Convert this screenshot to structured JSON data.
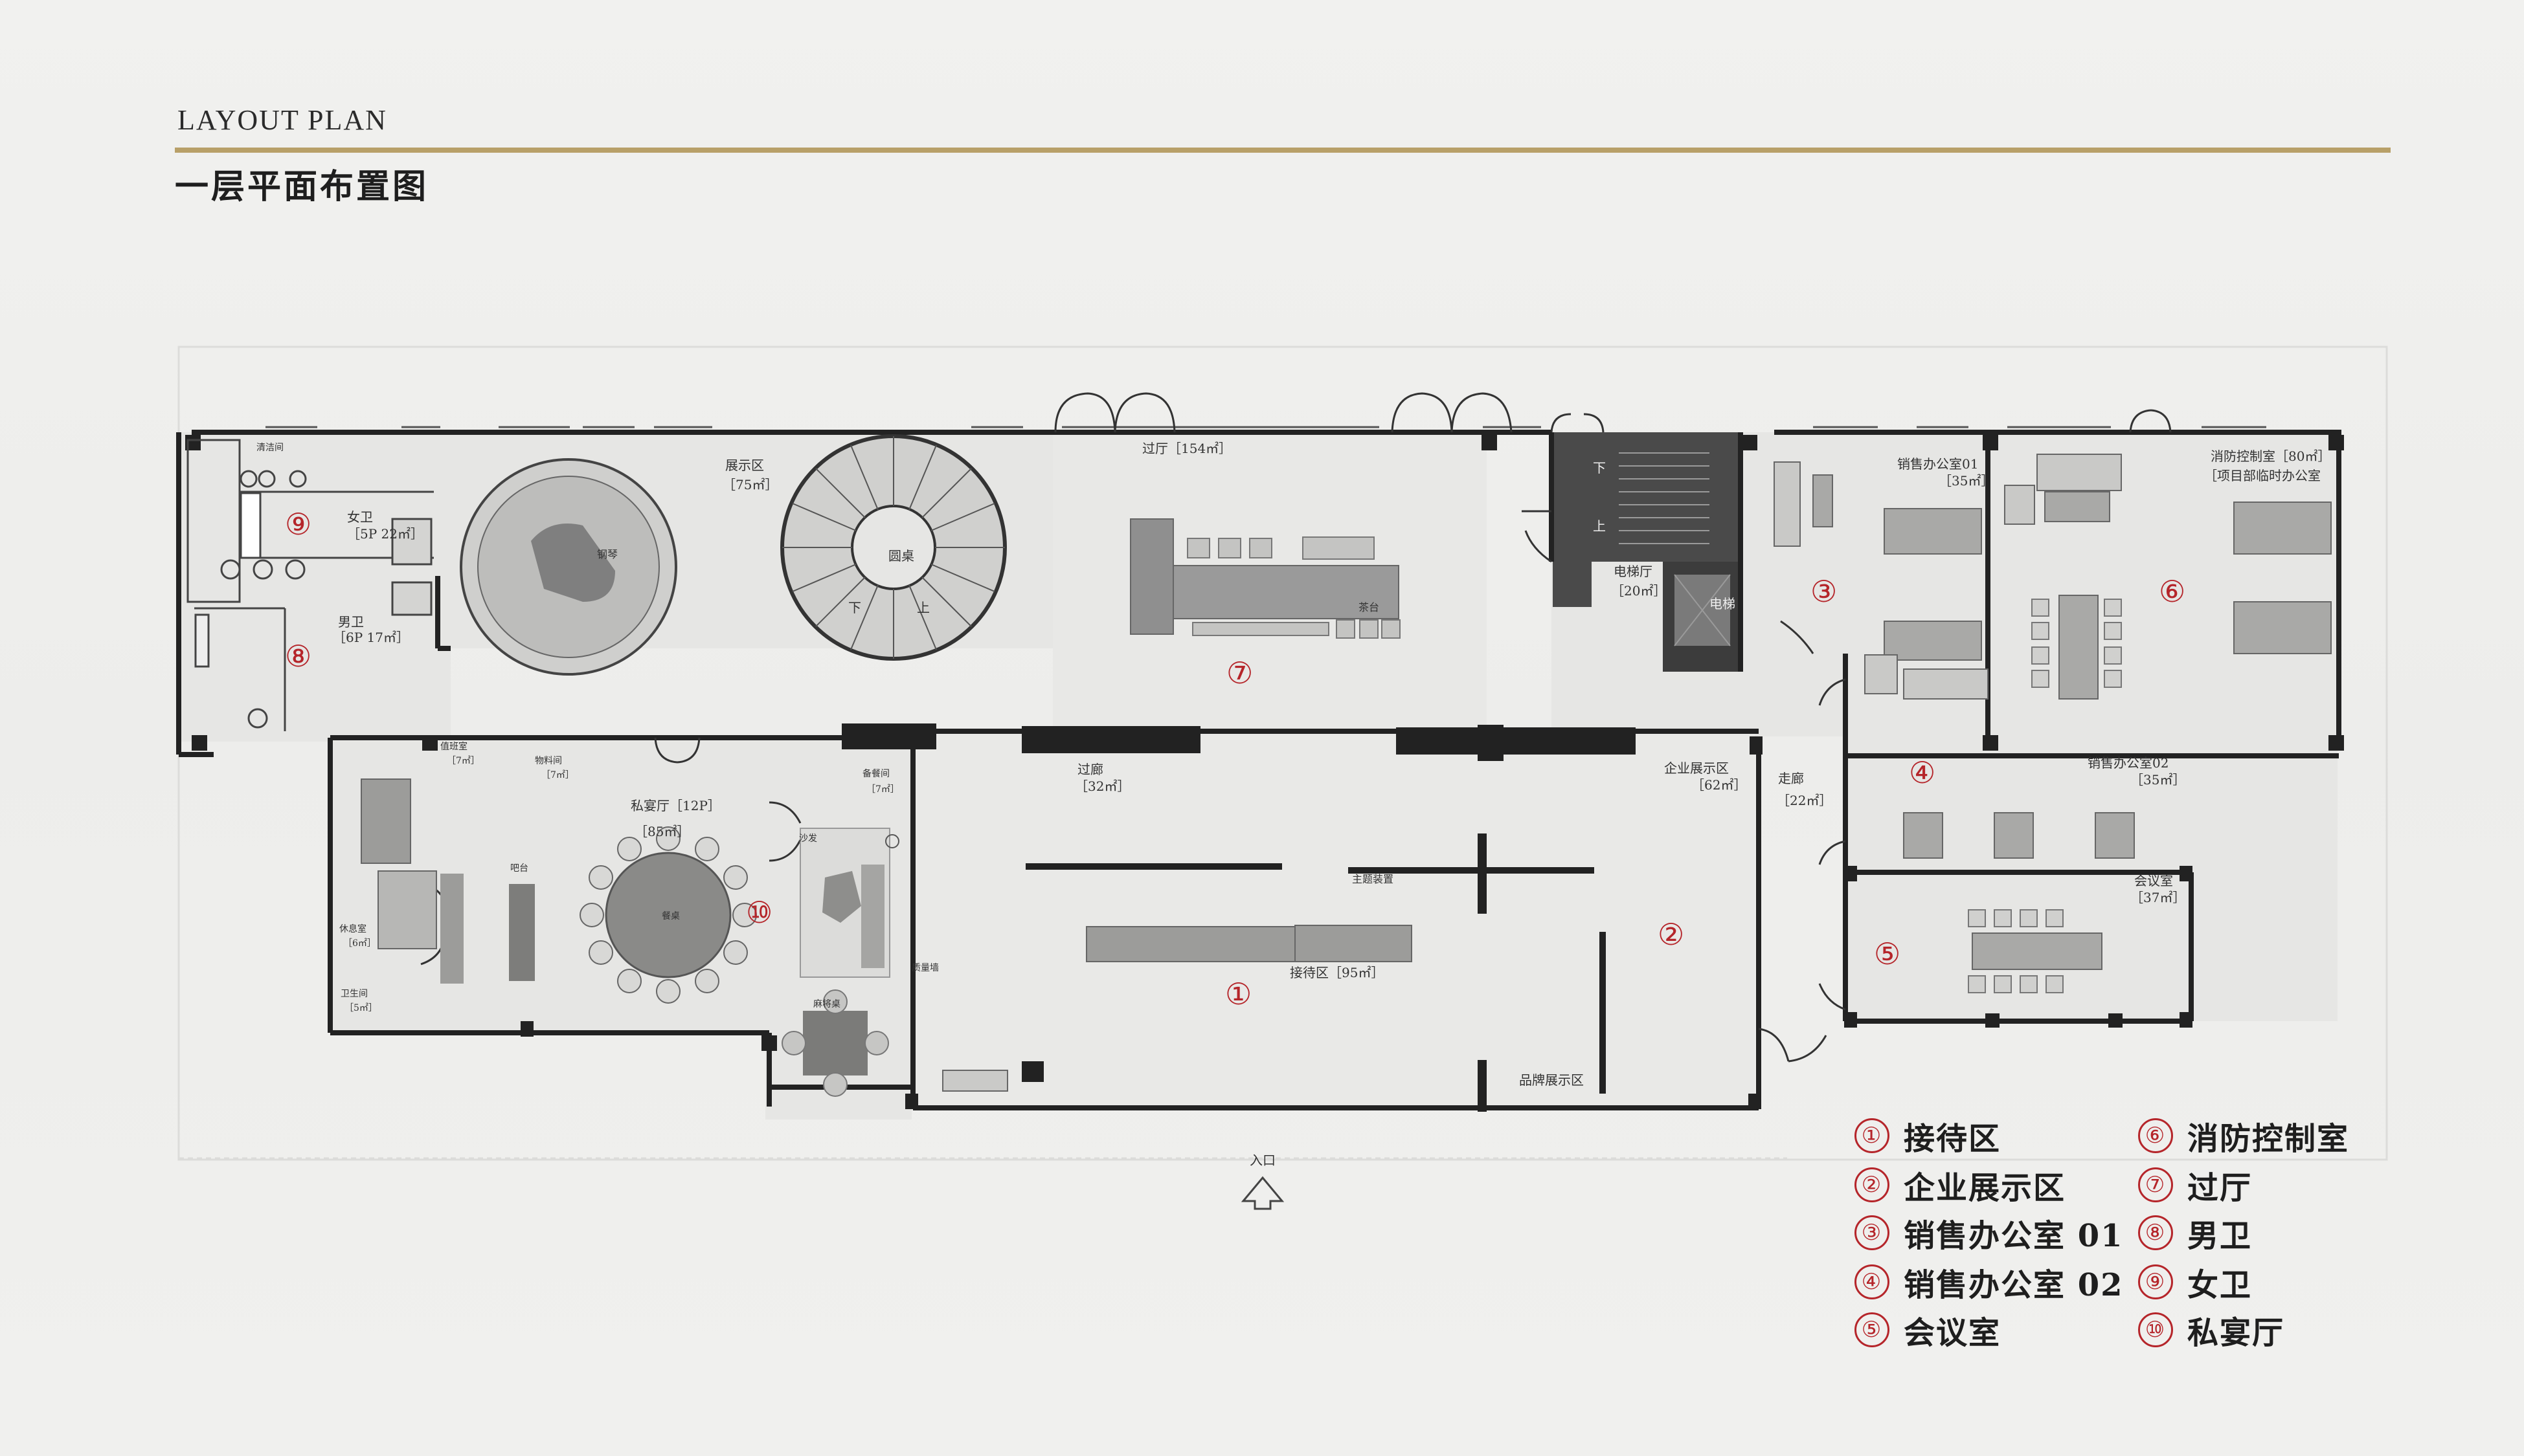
{
  "header": {
    "eyebrow": "LAYOUT PLAN",
    "title": "一层平面布置图"
  },
  "colors": {
    "accent_rule": "#b8a068",
    "legend_number": "#b5252a",
    "wall": "#222222",
    "furniture": "#8c8c8c"
  },
  "rooms": {
    "guoting": "过厅［154㎡］",
    "zhanshiqu": "展示区",
    "zhanshiqu_area": "［75㎡］",
    "yuanzuo": "圆桌",
    "gangqin": "钢琴",
    "chatai": "茶台",
    "xia1": "下",
    "shang1": "上",
    "xia2": "下",
    "shang2": "上",
    "nvwei": "女卫",
    "nvwei_area": "［5P  22㎡］",
    "nanwei": "男卫",
    "nanwei_area": "［6P  17㎡］",
    "qingjie": "清洁间",
    "dianti": "电梯厅",
    "dianti_area": "［20㎡］",
    "dianti_label": "电梯",
    "xiaoshou01": "销售办公室01",
    "xiaoshou01_area": "［35㎡］",
    "xiaokong": "消防控制室［80㎡］",
    "xiangmu": "［项目部临时办公室",
    "xiaoshou02": "销售办公室02",
    "xiaoshou02_area": "［35㎡］",
    "huiyi": "会议室",
    "huiyi_area": "［37㎡］",
    "zoulang": "走廊",
    "zoulang_area": "［22㎡］",
    "qiye": "企业展示区",
    "qiye_area": "［62㎡］",
    "guolang": "过廊",
    "guolang_area": "［32㎡］",
    "zhuti": "主题装置",
    "jiedai": "接待区［95㎡］",
    "pinpai": "品牌展示区",
    "siyan": "私宴厅［12P］",
    "siyan_area": "［85㎡］",
    "canzhuo": "餐桌",
    "bata": "吧台",
    "shafa": "沙发",
    "majiang": "麻将桌",
    "canjian": "备餐间",
    "canjian_area": "［7㎡］",
    "zhiban": "值班室",
    "zhiban_area": "［7㎡］",
    "wuliao": "物料间",
    "wuliao_area": "［7㎡］",
    "xiuxi": "休息室",
    "xiuxi_area": "［6㎡］",
    "weisheng": "卫生间",
    "weisheng_area": "［5㎡］",
    "zhiliang": "质量墙",
    "rukou": "入口"
  },
  "markers": [
    "①",
    "②",
    "③",
    "④",
    "⑤",
    "⑥",
    "⑦",
    "⑧",
    "⑨",
    "⑩"
  ],
  "legend": [
    {
      "num": "①",
      "label": "接待区"
    },
    {
      "num": "②",
      "label": "企业展示区"
    },
    {
      "num": "③",
      "label": "销售办公室 01"
    },
    {
      "num": "④",
      "label": "销售办公室 02"
    },
    {
      "num": "⑤",
      "label": "会议室"
    },
    {
      "num": "⑥",
      "label": "消防控制室"
    },
    {
      "num": "⑦",
      "label": "过厅"
    },
    {
      "num": "⑧",
      "label": "男卫"
    },
    {
      "num": "⑨",
      "label": "女卫"
    },
    {
      "num": "⑩",
      "label": "私宴厅"
    }
  ]
}
